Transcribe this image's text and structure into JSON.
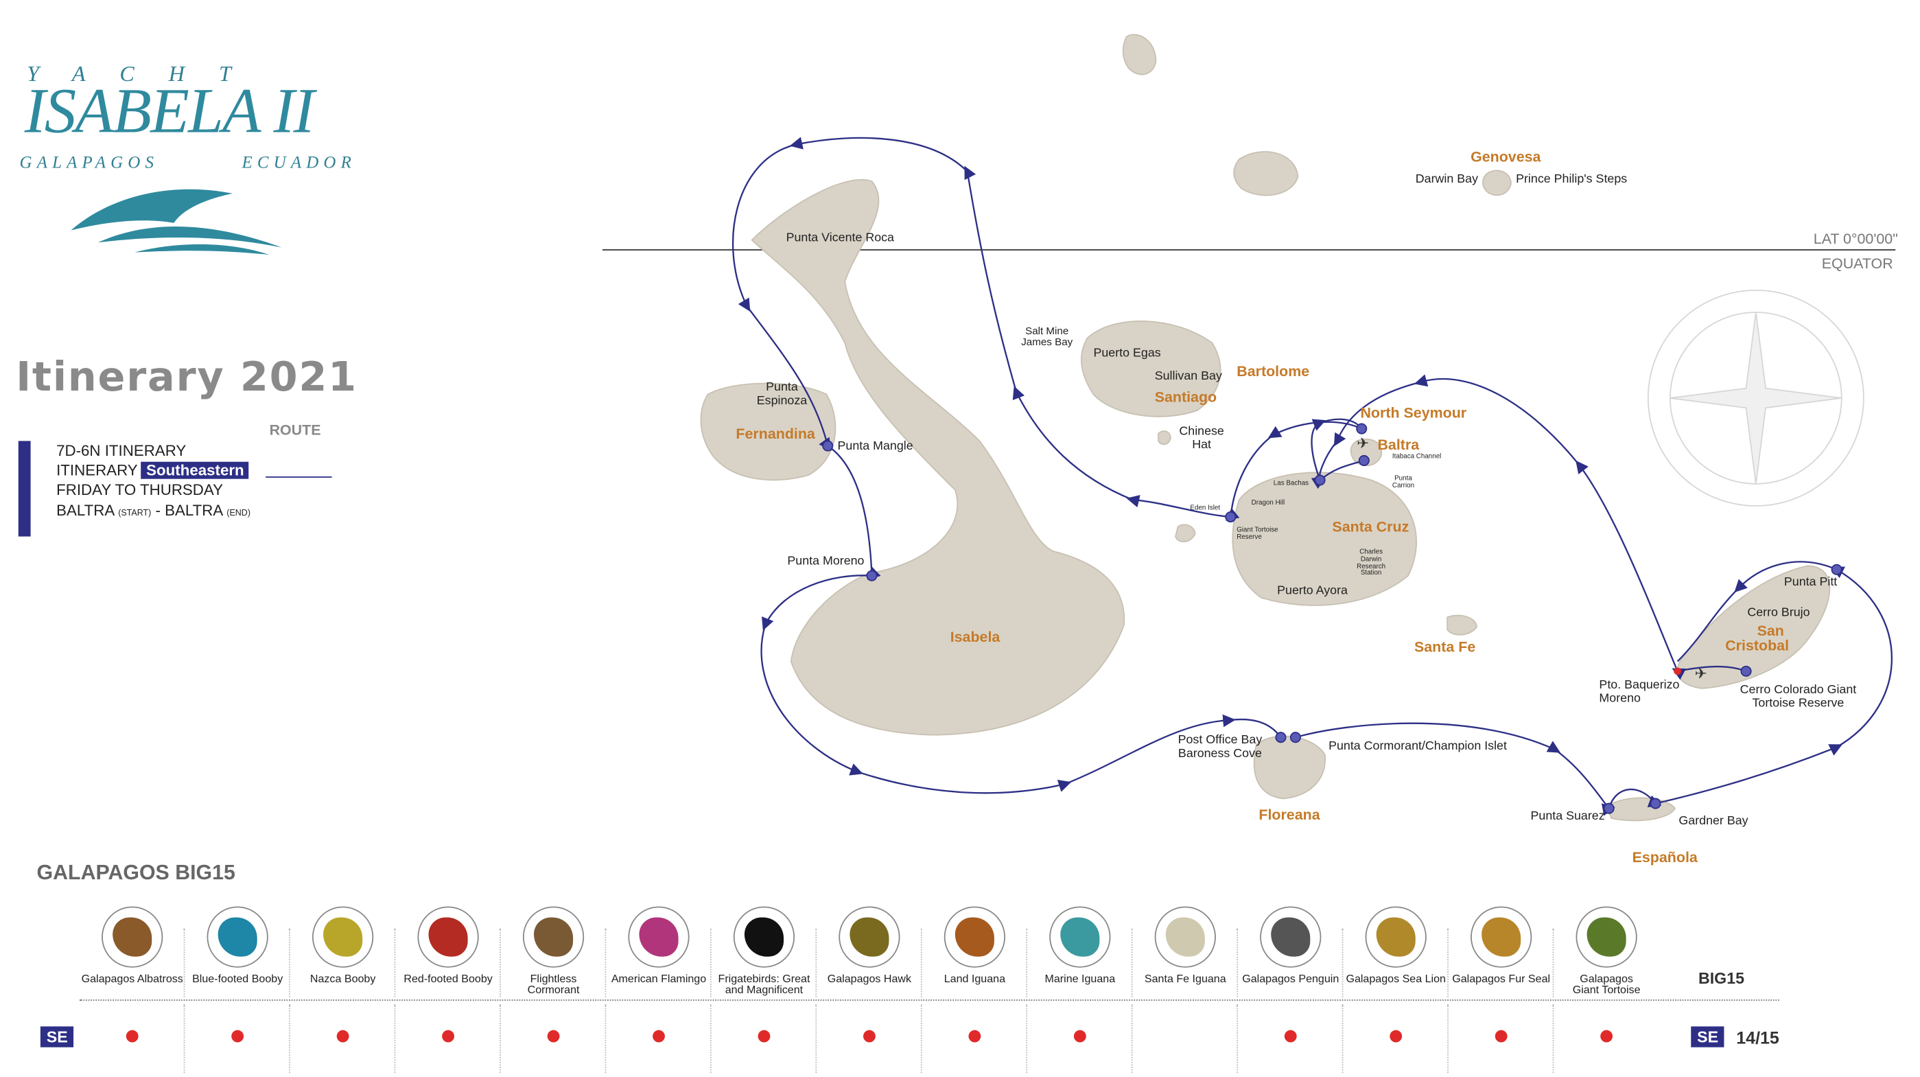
{
  "logo": {
    "yacht": "YACHT",
    "name": "ISABELA II",
    "sub_left": "GALAPAGOS",
    "sub_right": "ECUADOR"
  },
  "title": "Itinerary 2021",
  "route_heading": "ROUTE",
  "itinerary": {
    "line1": "7D-6N ITINERARY",
    "line2_prefix": "ITINERARY",
    "line2_tag": "Southeastern",
    "line3": "FRIDAY TO THURSDAY",
    "line4_a": "BALTRA",
    "line4_b": "(START)",
    "line4_c": "- BALTRA",
    "line4_d": "(END)"
  },
  "equator": {
    "lat": "LAT 0°00'00\"",
    "label": "EQUATOR"
  },
  "islands": {
    "genovesa": "Genovesa",
    "fernandina": "Fernandina",
    "santiago": "Santiago",
    "bartolome": "Bartolome",
    "north_seymour": "North Seymour",
    "baltra": "Baltra",
    "santa_cruz": "Santa Cruz",
    "santa_fe": "Santa Fe",
    "isabela": "Isabela",
    "san_cristobal_1": "San",
    "san_cristobal_2": "Cristobal",
    "floreana": "Floreana",
    "espanola": "Española"
  },
  "sites": {
    "darwin_bay": "Darwin Bay",
    "prince_philip": "Prince Philip's Steps",
    "punta_vicente_roca": "Punta Vicente Roca",
    "salt_mine_1": "Salt Mine",
    "salt_mine_2": "James Bay",
    "puerto_egas": "Puerto Egas",
    "sullivan_bay": "Sullivan Bay",
    "chinese_hat_1": "Chinese",
    "chinese_hat_2": "Hat",
    "punta_espinoza_1": "Punta",
    "punta_espinoza_2": "Espinoza",
    "punta_mangle": "Punta Mangle",
    "punta_moreno": "Punta Moreno",
    "eden_islet": "Eden Islet",
    "las_bachas": "Las Bachas",
    "dragon_hill": "Dragon Hill",
    "tortoise_reserve_1": "Giant Tortoise",
    "tortoise_reserve_2": "Reserve",
    "itabaca": "Itabaca Channel",
    "punta_carrion_1": "Punta",
    "punta_carrion_2": "Carrion",
    "cdrs_1": "Charles",
    "cdrs_2": "Darwin",
    "cdrs_3": "Research",
    "cdrs_4": "Station",
    "puerto_ayora": "Puerto Ayora",
    "punta_pitt": "Punta Pitt",
    "cerro_brujo": "Cerro Brujo",
    "pto_baquerizo_1": "Pto. Baquerizo",
    "pto_baquerizo_2": "Moreno",
    "cerro_colorado_1": "Cerro Colorado Giant",
    "cerro_colorado_2": "Tortoise Reserve",
    "post_office_1": "Post Office Bay",
    "post_office_2": "Baroness Cove",
    "punta_cormorant": "Punta Cormorant/Champion Islet",
    "punta_suarez": "Punta Suarez",
    "gardner_bay": "Gardner Bay"
  },
  "big15": {
    "title": "GALAPAGOS BIG15",
    "label": "BIG15",
    "count": "14/15",
    "se_tag": "SE",
    "animals": [
      {
        "name1": "Galapagos Albatross",
        "name2": "",
        "color": "#8a5a2b",
        "seen": true
      },
      {
        "name1": "Blue-footed Booby",
        "name2": "",
        "color": "#1e86a6",
        "seen": true
      },
      {
        "name1": "Nazca Booby",
        "name2": "",
        "color": "#b8a62a",
        "seen": true
      },
      {
        "name1": "Red-footed Booby",
        "name2": "",
        "color": "#b32b22",
        "seen": true
      },
      {
        "name1": "Flightless",
        "name2": "Cormorant",
        "color": "#7a5a35",
        "seen": true
      },
      {
        "name1": "American Flamingo",
        "name2": "",
        "color": "#b0357a",
        "seen": true
      },
      {
        "name1": "Frigatebirds: Great",
        "name2": "and Magnificent",
        "color": "#111111",
        "seen": true
      },
      {
        "name1": "Galapagos Hawk",
        "name2": "",
        "color": "#7a6a20",
        "seen": true
      },
      {
        "name1": "Land Iguana",
        "name2": "",
        "color": "#a65a1e",
        "seen": true
      },
      {
        "name1": "Marine Iguana",
        "name2": "",
        "color": "#3a9aa0",
        "seen": true
      },
      {
        "name1": "Santa Fe Iguana",
        "name2": "",
        "color": "#cfc9b0",
        "seen": false
      },
      {
        "name1": "Galapagos Penguin",
        "name2": "",
        "color": "#555555",
        "seen": true
      },
      {
        "name1": "Galapagos Sea Lion",
        "name2": "",
        "color": "#b08a2a",
        "seen": true
      },
      {
        "name1": "Galapagos Fur Seal",
        "name2": "",
        "color": "#b8862a",
        "seen": true
      },
      {
        "name1": "Galapagos",
        "name2": "Giant Tortoise",
        "color": "#5a7a2a",
        "seen": true
      }
    ]
  },
  "colors": {
    "route": "#2d2f86",
    "island_fill": "#d9d3c7",
    "island_label": "#c57a28",
    "logo": "#2f8a9e",
    "seen_dot": "#e02a2a"
  }
}
